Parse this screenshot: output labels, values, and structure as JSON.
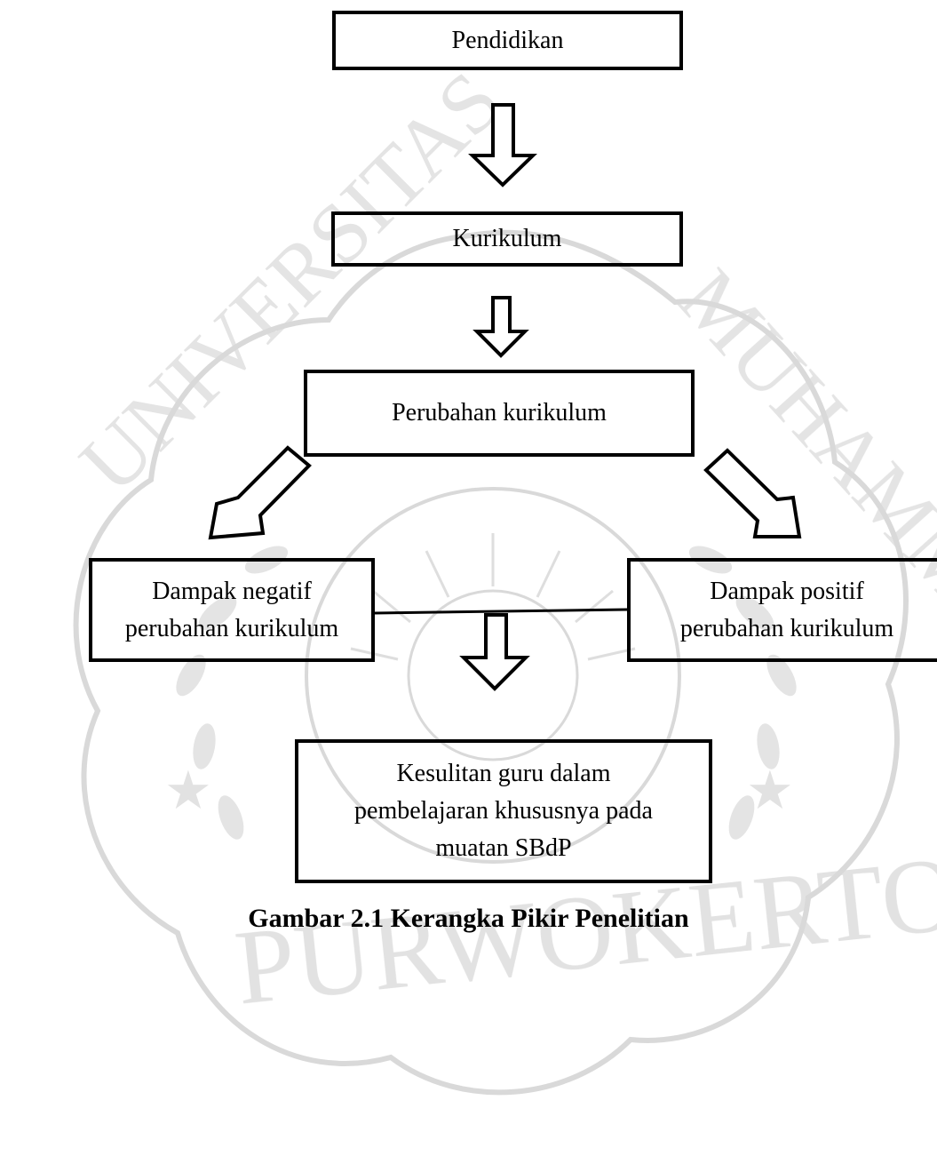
{
  "diagram": {
    "nodes": {
      "pendidikan": "Pendidikan",
      "kurikulum": "Kurikulum",
      "perubahan": "Perubahan kurikulum",
      "negatif": [
        "Dampak negatif",
        "perubahan kurikulum"
      ],
      "positif": [
        "Dampak positif",
        "perubahan kurikulum"
      ],
      "kesulitan": [
        "Kesulitan guru dalam",
        "pembelajaran khususnya pada",
        "muatan SBdP"
      ]
    },
    "caption": "Gambar 2.1 Kerangka Pikir Penelitian"
  },
  "watermark": {
    "arc_text": "UNIVERSITAS MUHAMMADIYAH",
    "bottom_text": "PURWOKERTO"
  },
  "colors": {
    "line": "#000000",
    "watermark": "#bdbdbd"
  }
}
